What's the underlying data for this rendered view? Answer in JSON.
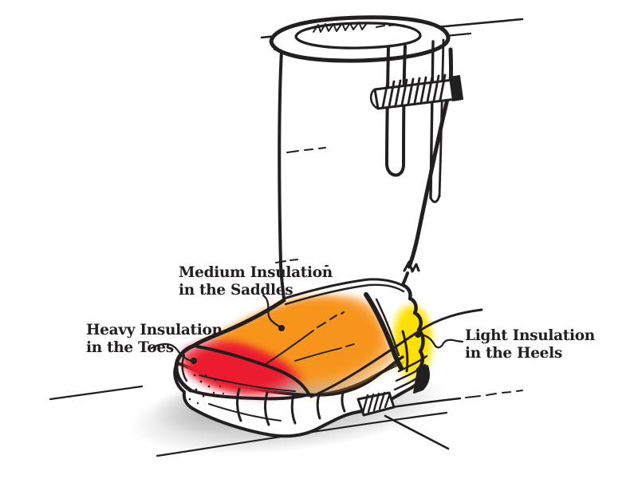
{
  "figure": {
    "title": "Boot insulation zones illustration",
    "subject": "rubber-boot-sketch"
  },
  "annotations": {
    "medium": {
      "line1": "Medium Insulation",
      "line2": "in the Saddles",
      "zone": "saddle",
      "zone_color": "#F7941E"
    },
    "heavy": {
      "line1": "Heavy Insulation",
      "line2": "in the Toes",
      "zone": "toe",
      "zone_color": "#EC1C2E"
    },
    "light": {
      "line1": "Light Insulation",
      "line2": "in the Heels",
      "zone": "heel",
      "zone_color": "#FFE000"
    }
  },
  "colors": {
    "ink": "#231f20",
    "toe_red": "#EC1C2E",
    "saddle_orange": "#F7941E",
    "heel_yellow": "#FFE000",
    "shadow_gray": "#8f8f8f",
    "background": "#ffffff"
  }
}
